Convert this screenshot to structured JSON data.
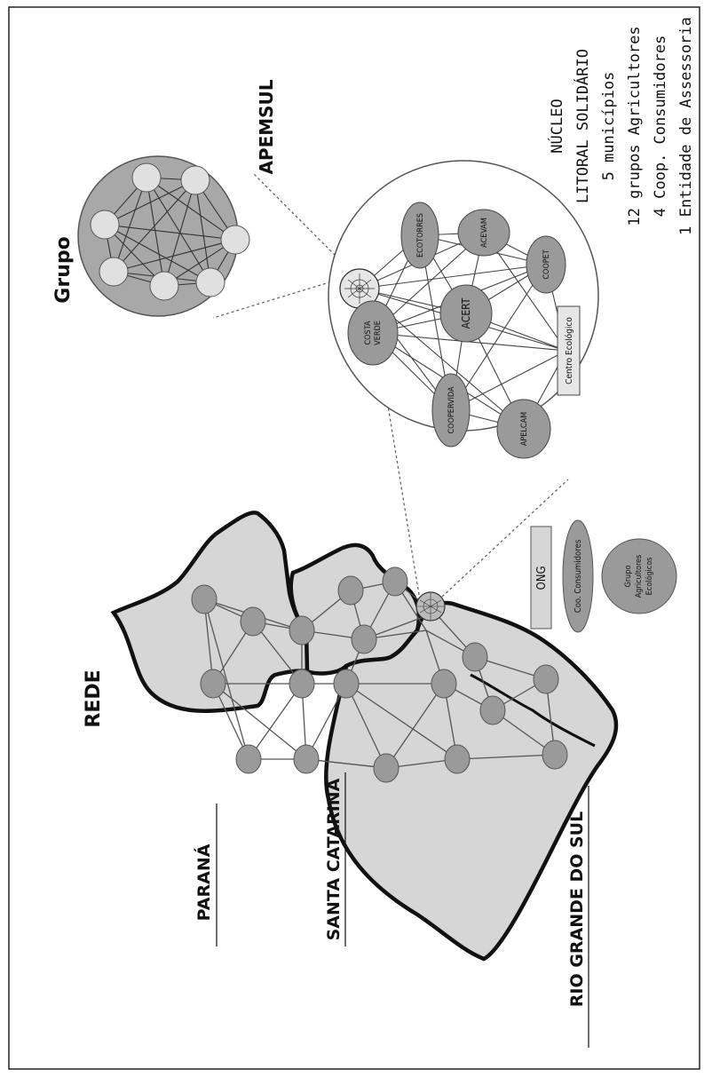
{
  "titles": {
    "rede": "REDE",
    "grupo": "Grupo",
    "apemsul": "APEMSUL"
  },
  "states": {
    "parana": "PARANÁ",
    "santa_catarina": "SANTA CATARINA",
    "rio_grande_do_sul": "RIO GRANDE DO SUL"
  },
  "legend": {
    "ong": "ONG",
    "coop": "Coo. Consumidores",
    "grupo_line1": "Grupo",
    "grupo_line2": "Agricultores",
    "grupo_line3": "Ecológicos"
  },
  "apemsul_nodes": {
    "ecotorres": "ECOTORRES",
    "acevam": "ACEVAM",
    "coopet": "COOPET",
    "acert": "ACERT",
    "centro": "Centro Ecológico",
    "costa_verde_1": "COSTA",
    "costa_verde_2": "VERDE",
    "coopervida": "COOPERVIDA",
    "apelcam": "APELCAM"
  },
  "nucleo": {
    "line1": "NÚCLEO",
    "line2": "LITORAL SOLIDÁRIO",
    "line3": "5 municípios",
    "line4": "12 grupos Agricultores",
    "line5": "4 Coop. Consumidores",
    "line6": "1 Entidade de Assessoria"
  },
  "colors": {
    "region_fill": "#d6d6d6",
    "node_fill": "#9a9a9a",
    "group_bg": "#a8a8a8",
    "group_node": "#e0e0e0",
    "border": "#111111"
  }
}
